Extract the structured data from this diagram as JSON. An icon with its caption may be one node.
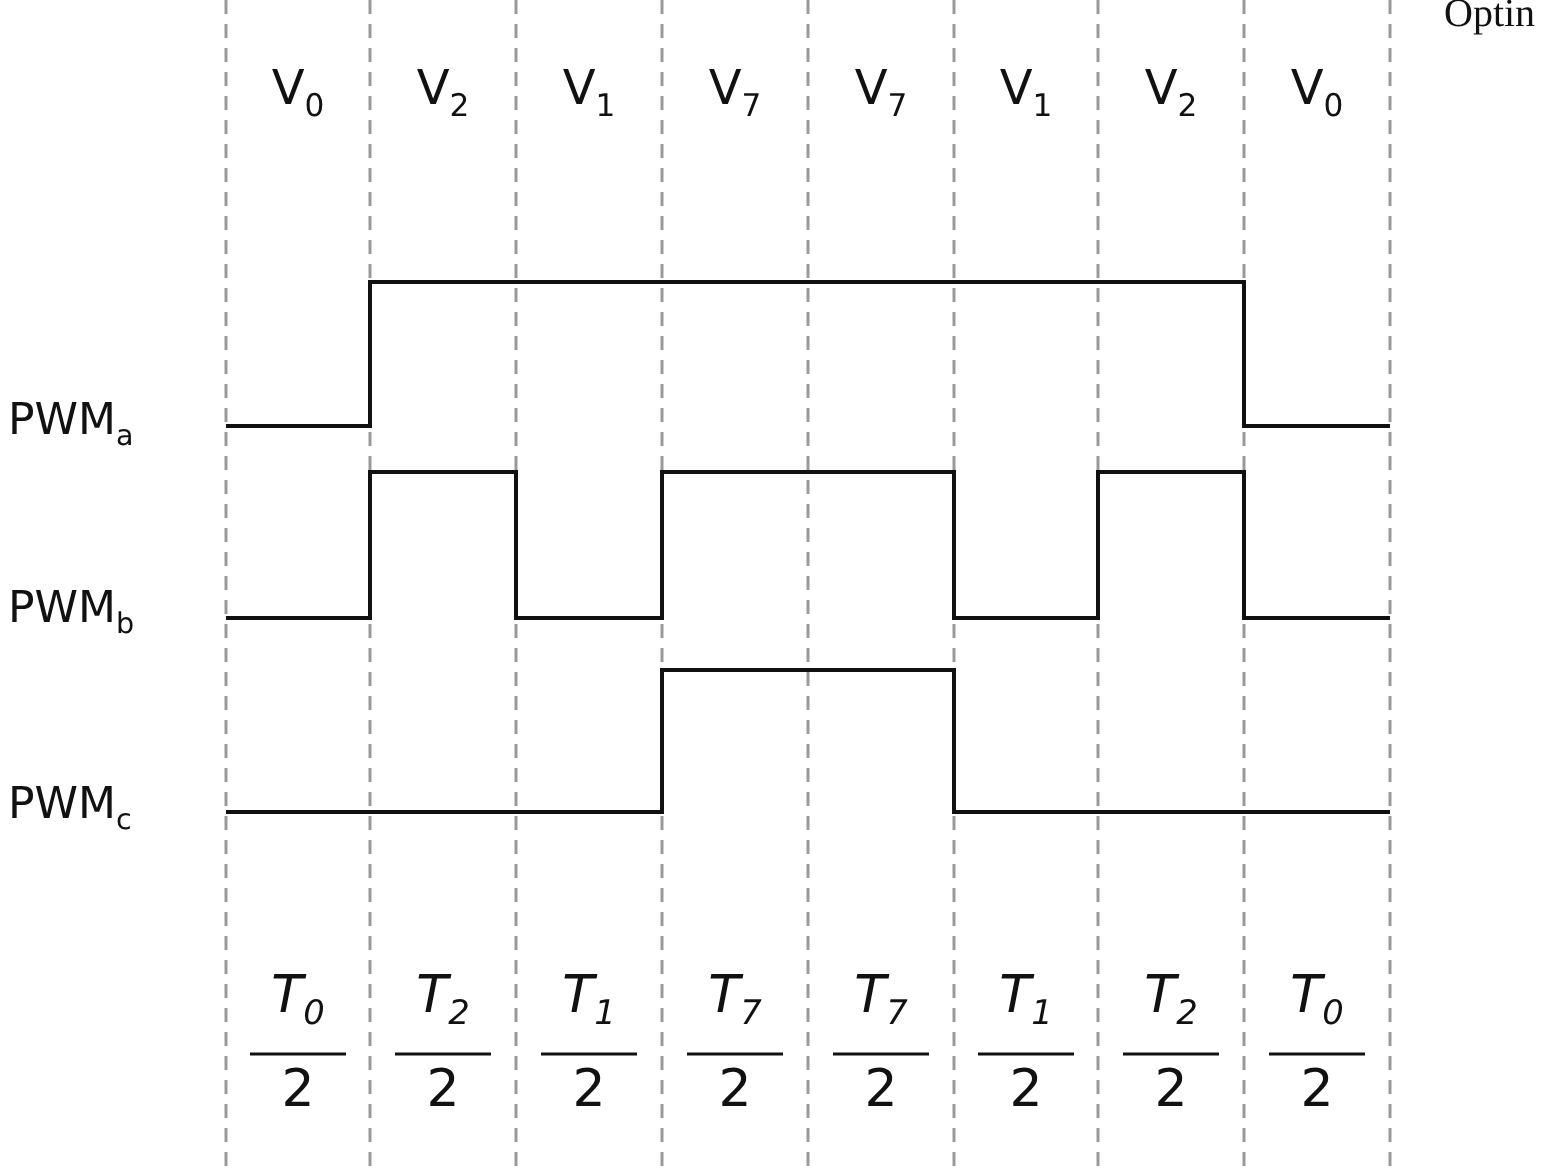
{
  "diagram": {
    "labels": [
      "Optin",
      "V$_{0}$",
      "V$_{2}$",
      "V$_{1}$",
      "V$_{7}$",
      "V$_{7}$",
      "V$_{1}$",
      "V$_{2}$",
      "V$_{0}$",
      "PWM$_{a}$",
      "PWM$_{b}$",
      "PWM$_{c}$",
      "T$_{0}$",
      "T$_{2}$",
      "T$_{1}$",
      "T$_{7}$",
      "T$_{7}$",
      "T$_{1}$",
      "T$_{2}$",
      "T$_{0}$",
      "2",
      "2",
      "2",
      "2",
      "2",
      "2",
      "2",
      "2"
    ]
  }
}
